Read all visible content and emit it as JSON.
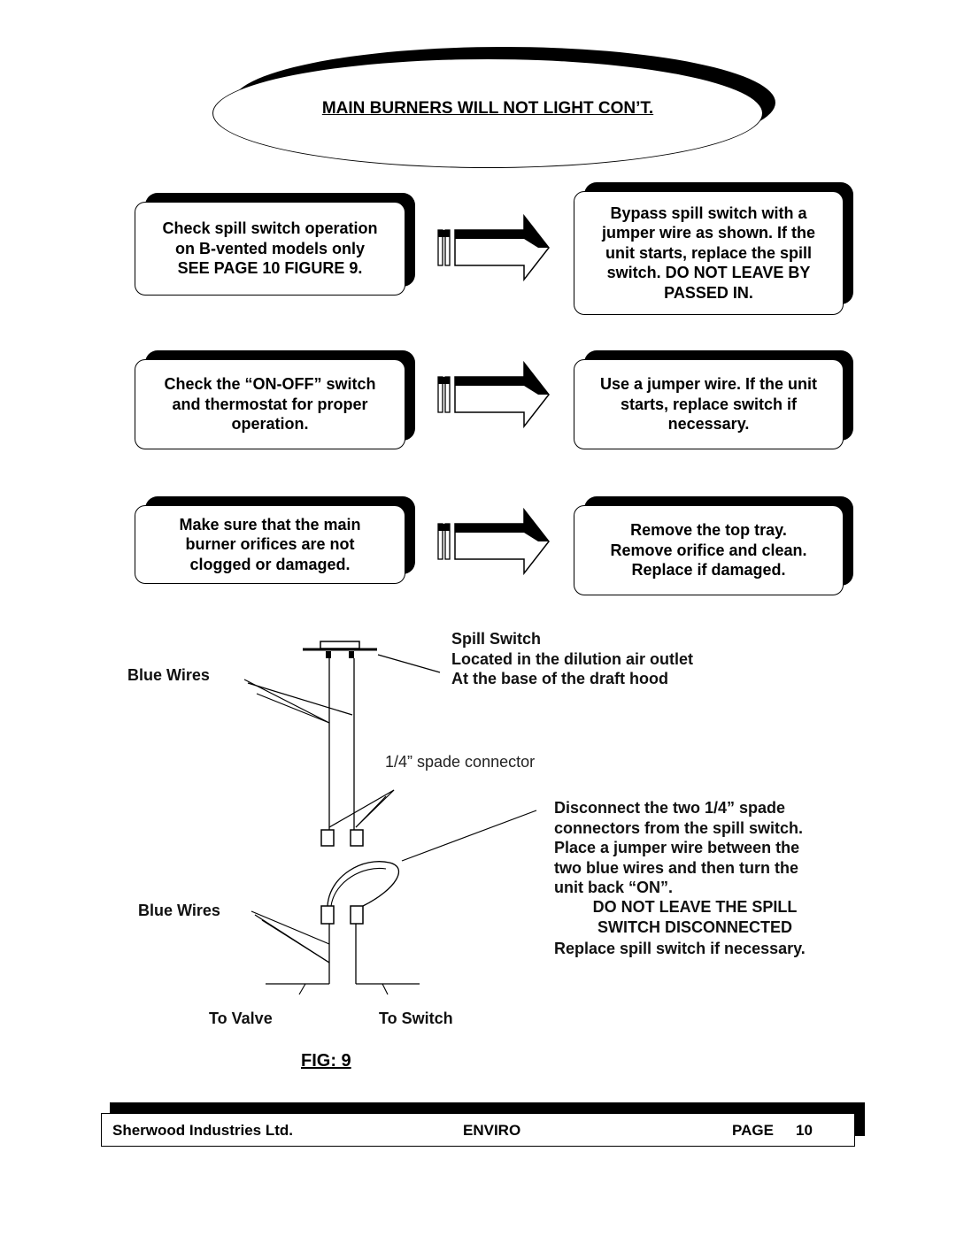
{
  "title": "MAIN BURNERS WILL NOT LIGHT CON’T.",
  "steps": [
    {
      "check": "Check spill switch operation\non B-vented models only\nSEE PAGE 10 FIGURE 9.",
      "action": "Bypass spill switch with a\njumper wire as shown. If the\nunit starts, replace the spill\nswitch. DO NOT LEAVE BY\nPASSED IN."
    },
    {
      "check": "Check the “ON-OFF” switch\nand thermostat for proper\noperation.",
      "action": "Use a jumper wire. If the unit\nstarts, replace switch if\nnecessary."
    },
    {
      "check": "Make sure that the main\nburner orifices are not\nclogged or damaged.",
      "action": "Remove the top tray.\nRemove orifice and clean.\nReplace if damaged."
    }
  ],
  "diagram": {
    "spill_switch_label": "Spill Switch\nLocated in the dilution air outlet\nAt the base of the draft hood",
    "blue_wires_top": "Blue Wires",
    "spade_connector": "1/4” spade connector",
    "instructions": "Disconnect the two 1/4” spade\nconnectors from the spill switch.\nPlace a jumper wire between the\ntwo blue wires and then turn the\nunit back “ON”.",
    "warning": "DO NOT LEAVE THE SPILL\nSWITCH DISCONNECTED",
    "replace": "Replace spill switch if necessary.",
    "blue_wires_bottom": "Blue Wires",
    "to_valve": "To Valve",
    "to_switch": "To Switch"
  },
  "figure_label": "FIG:  9",
  "footer": {
    "company": "Sherwood Industries Ltd.",
    "product": "ENVIRO",
    "page_label": "PAGE",
    "page_number": "10"
  }
}
